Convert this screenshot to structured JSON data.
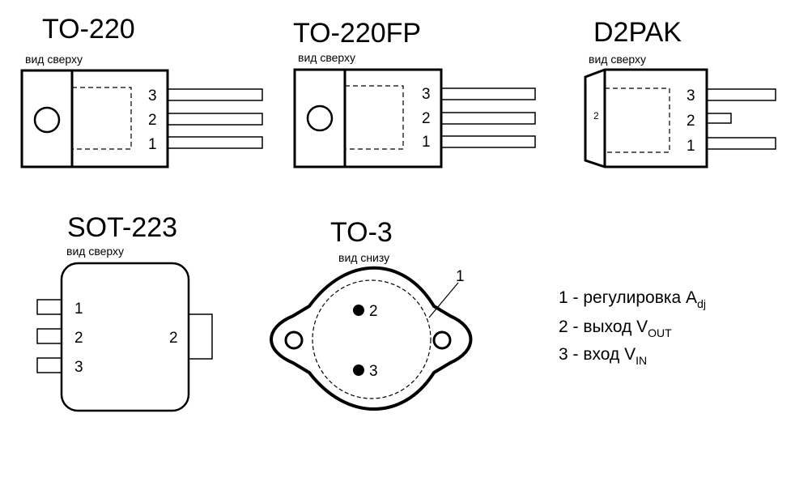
{
  "packages": {
    "to220": {
      "title": "TO-220",
      "view": "вид сверху",
      "pins": [
        "3",
        "2",
        "1"
      ]
    },
    "to220fp": {
      "title": "TO-220FP",
      "view": "вид сверху",
      "pins": [
        "3",
        "2",
        "1"
      ]
    },
    "d2pak": {
      "title": "D2PAK",
      "view": "вид сверху",
      "tab_pin": "2",
      "pins": [
        "3",
        "2",
        "1"
      ]
    },
    "sot223": {
      "title": "SOT-223",
      "view": "вид сверху",
      "pins": [
        "1",
        "2",
        "3"
      ],
      "tab_pin": "2"
    },
    "to3": {
      "title": "TO-3",
      "view": "вид снизу",
      "case_pin": "1",
      "pins": [
        "2",
        "3"
      ]
    }
  },
  "legend": {
    "item1": {
      "text": "1 - регулировка A",
      "sub": "dj"
    },
    "item2": {
      "text": "2 - выход V",
      "sub": "OUT"
    },
    "item3": {
      "text": "3 - вход V",
      "sub": "IN"
    }
  }
}
